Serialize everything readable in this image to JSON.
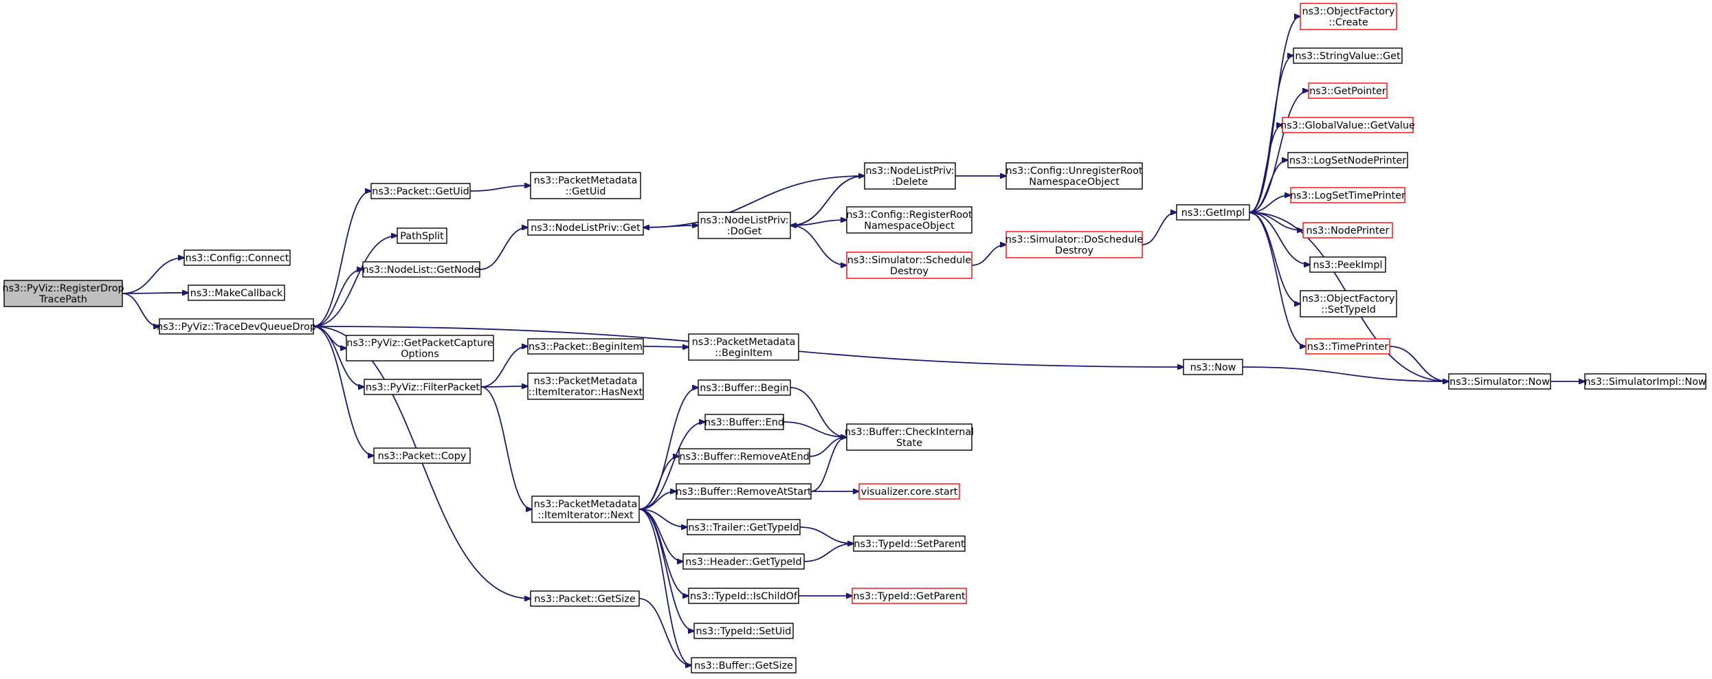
{
  "colors": {
    "edge": "#191970",
    "normal_border": "#000000",
    "truncated_border": "#ff0000",
    "root_fill": "#bfbfbf",
    "node_fill": "#ffffff"
  },
  "nodes": {
    "root": {
      "lines": [
        "ns3::PyViz::RegisterDrop",
        "TracePath"
      ],
      "kind": "root"
    },
    "config_connect": {
      "lines": [
        "ns3::Config::Connect"
      ],
      "kind": "normal"
    },
    "make_callback": {
      "lines": [
        "ns3::MakeCallback"
      ],
      "kind": "normal"
    },
    "trace_dev": {
      "lines": [
        "ns3::PyViz::TraceDevQueueDrop"
      ],
      "kind": "normal"
    },
    "packet_getuid": {
      "lines": [
        "ns3::Packet::GetUid"
      ],
      "kind": "normal"
    },
    "pathsplit": {
      "lines": [
        "PathSplit"
      ],
      "kind": "normal"
    },
    "nodelist_getnode": {
      "lines": [
        "ns3::NodeList::GetNode"
      ],
      "kind": "normal"
    },
    "get_capture_opts": {
      "lines": [
        "ns3::PyViz::GetPacketCapture",
        "Options"
      ],
      "kind": "normal"
    },
    "filter_packet": {
      "lines": [
        "ns3::PyViz::FilterPacket"
      ],
      "kind": "normal"
    },
    "packet_copy": {
      "lines": [
        "ns3::Packet::Copy"
      ],
      "kind": "normal"
    },
    "pm_getuid": {
      "lines": [
        "ns3::PacketMetadata",
        "::GetUid"
      ],
      "kind": "normal"
    },
    "nlp_get": {
      "lines": [
        "ns3::NodeListPriv::Get"
      ],
      "kind": "normal"
    },
    "packet_beginitem": {
      "lines": [
        "ns3::Packet::BeginItem"
      ],
      "kind": "normal"
    },
    "pm_hasnext": {
      "lines": [
        "ns3::PacketMetadata",
        "::ItemIterator::HasNext"
      ],
      "kind": "normal"
    },
    "pm_next": {
      "lines": [
        "ns3::PacketMetadata",
        "::ItemIterator::Next"
      ],
      "kind": "normal"
    },
    "packet_getsize": {
      "lines": [
        "ns3::Packet::GetSize"
      ],
      "kind": "normal"
    },
    "pm_beginitem": {
      "lines": [
        "ns3::PacketMetadata",
        "::BeginItem"
      ],
      "kind": "normal"
    },
    "nlp_doget": {
      "lines": [
        "ns3::NodeListPriv:",
        ":DoGet"
      ],
      "kind": "normal"
    },
    "nlp_delete": {
      "lines": [
        "ns3::NodeListPriv:",
        ":Delete"
      ],
      "kind": "normal"
    },
    "cfg_unregister": {
      "lines": [
        "ns3::Config::UnregisterRoot",
        "NamespaceObject"
      ],
      "kind": "normal"
    },
    "cfg_register": {
      "lines": [
        "ns3::Config::RegisterRoot",
        "NamespaceObject"
      ],
      "kind": "normal"
    },
    "sim_schedule_destroy": {
      "lines": [
        "ns3::Simulator::Schedule",
        "Destroy"
      ],
      "kind": "truncated"
    },
    "sim_doschedule_destroy": {
      "lines": [
        "ns3::Simulator::DoSchedule",
        "Destroy"
      ],
      "kind": "truncated"
    },
    "getimpl": {
      "lines": [
        "ns3::GetImpl"
      ],
      "kind": "normal"
    },
    "of_create": {
      "lines": [
        "ns3::ObjectFactory",
        "::Create"
      ],
      "kind": "truncated"
    },
    "stringvalue_get": {
      "lines": [
        "ns3::StringValue::Get"
      ],
      "kind": "normal"
    },
    "getpointer": {
      "lines": [
        "ns3::GetPointer"
      ],
      "kind": "truncated"
    },
    "globalvalue_getvalue": {
      "lines": [
        "ns3::GlobalValue::GetValue"
      ],
      "kind": "truncated"
    },
    "log_set_node_printer": {
      "lines": [
        "ns3::LogSetNodePrinter"
      ],
      "kind": "normal"
    },
    "log_set_time_printer": {
      "lines": [
        "ns3::LogSetTimePrinter"
      ],
      "kind": "truncated"
    },
    "node_printer": {
      "lines": [
        "ns3::NodePrinter"
      ],
      "kind": "truncated"
    },
    "peekimpl": {
      "lines": [
        "ns3::PeekImpl"
      ],
      "kind": "normal"
    },
    "of_settypeid": {
      "lines": [
        "ns3::ObjectFactory",
        "::SetTypeId"
      ],
      "kind": "normal"
    },
    "time_printer": {
      "lines": [
        "ns3::TimePrinter"
      ],
      "kind": "truncated"
    },
    "now": {
      "lines": [
        "ns3::Now"
      ],
      "kind": "normal"
    },
    "sim_now": {
      "lines": [
        "ns3::Simulator::Now"
      ],
      "kind": "normal"
    },
    "simimpl_now": {
      "lines": [
        "ns3::SimulatorImpl::Now"
      ],
      "kind": "normal"
    },
    "buf_begin": {
      "lines": [
        "ns3::Buffer::Begin"
      ],
      "kind": "normal"
    },
    "buf_end": {
      "lines": [
        "ns3::Buffer::End"
      ],
      "kind": "normal"
    },
    "buf_removeatend": {
      "lines": [
        "ns3::Buffer::RemoveAtEnd"
      ],
      "kind": "normal"
    },
    "buf_removeatstart": {
      "lines": [
        "ns3::Buffer::RemoveAtStart"
      ],
      "kind": "normal"
    },
    "buf_checkinternal": {
      "lines": [
        "ns3::Buffer::CheckInternal",
        "State"
      ],
      "kind": "normal"
    },
    "vis_core_start": {
      "lines": [
        "visualizer.core.start"
      ],
      "kind": "truncated"
    },
    "trailer_gettypeid": {
      "lines": [
        "ns3::Trailer::GetTypeId"
      ],
      "kind": "normal"
    },
    "header_gettypeid": {
      "lines": [
        "ns3::Header::GetTypeId"
      ],
      "kind": "normal"
    },
    "typeid_setparent": {
      "lines": [
        "ns3::TypeId::SetParent"
      ],
      "kind": "normal"
    },
    "typeid_ischildof": {
      "lines": [
        "ns3::TypeId::IsChildOf"
      ],
      "kind": "normal"
    },
    "typeid_getparent": {
      "lines": [
        "ns3::TypeId::GetParent"
      ],
      "kind": "truncated"
    },
    "typeid_setuid": {
      "lines": [
        "ns3::TypeId::SetUid"
      ],
      "kind": "normal"
    },
    "buf_getsize": {
      "lines": [
        "ns3::Buffer::GetSize"
      ],
      "kind": "normal"
    }
  },
  "edges": [
    [
      "root",
      "config_connect"
    ],
    [
      "root",
      "make_callback"
    ],
    [
      "root",
      "trace_dev"
    ],
    [
      "trace_dev",
      "packet_getuid"
    ],
    [
      "trace_dev",
      "pathsplit"
    ],
    [
      "trace_dev",
      "nodelist_getnode"
    ],
    [
      "trace_dev",
      "get_capture_opts"
    ],
    [
      "trace_dev",
      "filter_packet"
    ],
    [
      "trace_dev",
      "packet_copy"
    ],
    [
      "trace_dev",
      "packet_getsize"
    ],
    [
      "trace_dev",
      "now"
    ],
    [
      "packet_getuid",
      "pm_getuid"
    ],
    [
      "nodelist_getnode",
      "nlp_get"
    ],
    [
      "nlp_get",
      "nlp_doget"
    ],
    [
      "nlp_doget",
      "nlp_delete"
    ],
    [
      "nlp_doget",
      "cfg_register"
    ],
    [
      "nlp_doget",
      "sim_schedule_destroy"
    ],
    [
      "nlp_delete",
      "nlp_doget"
    ],
    [
      "nlp_delete",
      "nlp_get"
    ],
    [
      "nlp_delete",
      "cfg_unregister"
    ],
    [
      "sim_schedule_destroy",
      "sim_doschedule_destroy"
    ],
    [
      "sim_doschedule_destroy",
      "getimpl"
    ],
    [
      "getimpl",
      "of_create"
    ],
    [
      "getimpl",
      "stringvalue_get"
    ],
    [
      "getimpl",
      "getpointer"
    ],
    [
      "getimpl",
      "globalvalue_getvalue"
    ],
    [
      "getimpl",
      "log_set_node_printer"
    ],
    [
      "getimpl",
      "log_set_time_printer"
    ],
    [
      "getimpl",
      "node_printer"
    ],
    [
      "getimpl",
      "peekimpl"
    ],
    [
      "getimpl",
      "of_settypeid"
    ],
    [
      "getimpl",
      "time_printer"
    ],
    [
      "time_printer",
      "sim_now"
    ],
    [
      "sim_now",
      "getimpl"
    ],
    [
      "sim_now",
      "simimpl_now"
    ],
    [
      "now",
      "sim_now"
    ],
    [
      "filter_packet",
      "packet_beginitem"
    ],
    [
      "filter_packet",
      "pm_hasnext"
    ],
    [
      "filter_packet",
      "pm_next"
    ],
    [
      "packet_beginitem",
      "pm_beginitem"
    ],
    [
      "pm_next",
      "buf_begin"
    ],
    [
      "pm_next",
      "buf_end"
    ],
    [
      "pm_next",
      "buf_removeatend"
    ],
    [
      "pm_next",
      "buf_removeatstart"
    ],
    [
      "pm_next",
      "trailer_gettypeid"
    ],
    [
      "pm_next",
      "header_gettypeid"
    ],
    [
      "pm_next",
      "typeid_ischildof"
    ],
    [
      "pm_next",
      "typeid_setuid"
    ],
    [
      "pm_next",
      "buf_getsize"
    ],
    [
      "buf_begin",
      "buf_checkinternal"
    ],
    [
      "buf_end",
      "buf_checkinternal"
    ],
    [
      "buf_removeatend",
      "buf_checkinternal"
    ],
    [
      "buf_removeatstart",
      "buf_checkinternal"
    ],
    [
      "buf_removeatstart",
      "vis_core_start"
    ],
    [
      "trailer_gettypeid",
      "typeid_setparent"
    ],
    [
      "header_gettypeid",
      "typeid_setparent"
    ],
    [
      "typeid_ischildof",
      "typeid_getparent"
    ],
    [
      "packet_getsize",
      "buf_getsize"
    ]
  ]
}
